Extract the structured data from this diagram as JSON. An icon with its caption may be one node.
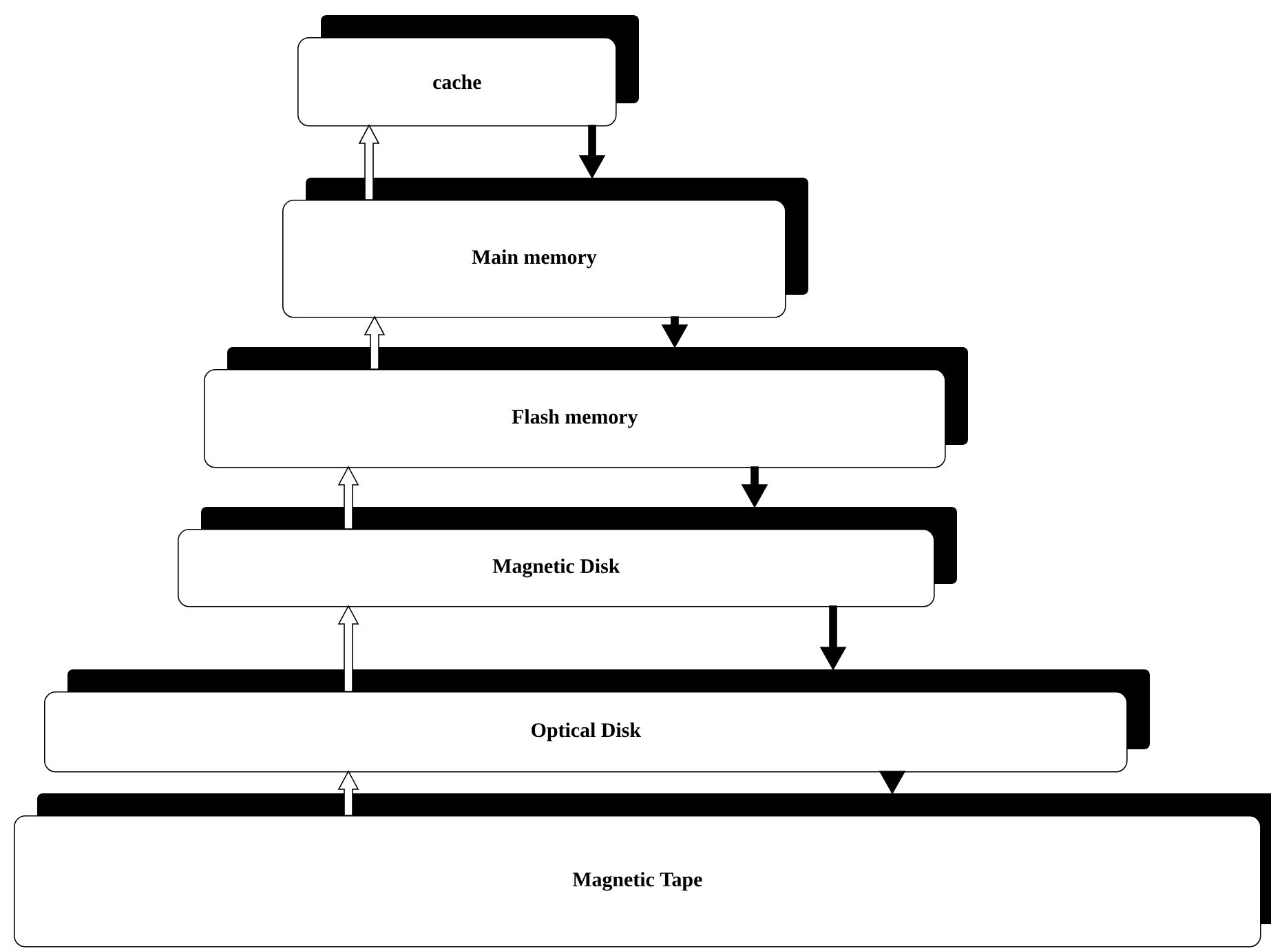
{
  "diagram": {
    "nodes": [
      {
        "text": [
          "cache"
        ]
      },
      {
        "text": [
          "Main memory"
        ]
      },
      {
        "text": [
          "Flash memory"
        ]
      },
      {
        "text": [
          "Magnetic Disk"
        ]
      },
      {
        "text": [
          "Optical Disk"
        ]
      },
      {
        "text": [
          "Magnetic Tape"
        ]
      }
    ],
    "edges": [
      {
        "from": 1,
        "to": 0,
        "arrow": "to"
      },
      {
        "from": 0,
        "to": 1,
        "arrow": "to",
        "style": "thick"
      },
      {
        "from": 2,
        "to": 1,
        "arrow": "to"
      },
      {
        "from": 1,
        "to": 2,
        "arrow": "to",
        "style": "thick"
      },
      {
        "from": 3,
        "to": 2,
        "arrow": "to"
      },
      {
        "from": 2,
        "to": 3,
        "arrow": "to",
        "style": "thick"
      },
      {
        "from": 4,
        "to": 3,
        "arrow": "to"
      },
      {
        "from": 3,
        "to": 4,
        "arrow": "to",
        "style": "thick"
      },
      {
        "from": 5,
        "to": 4,
        "arrow": "to"
      },
      {
        "from": 4,
        "to": 5,
        "arrow": "to",
        "style": "thick"
      }
    ]
  }
}
